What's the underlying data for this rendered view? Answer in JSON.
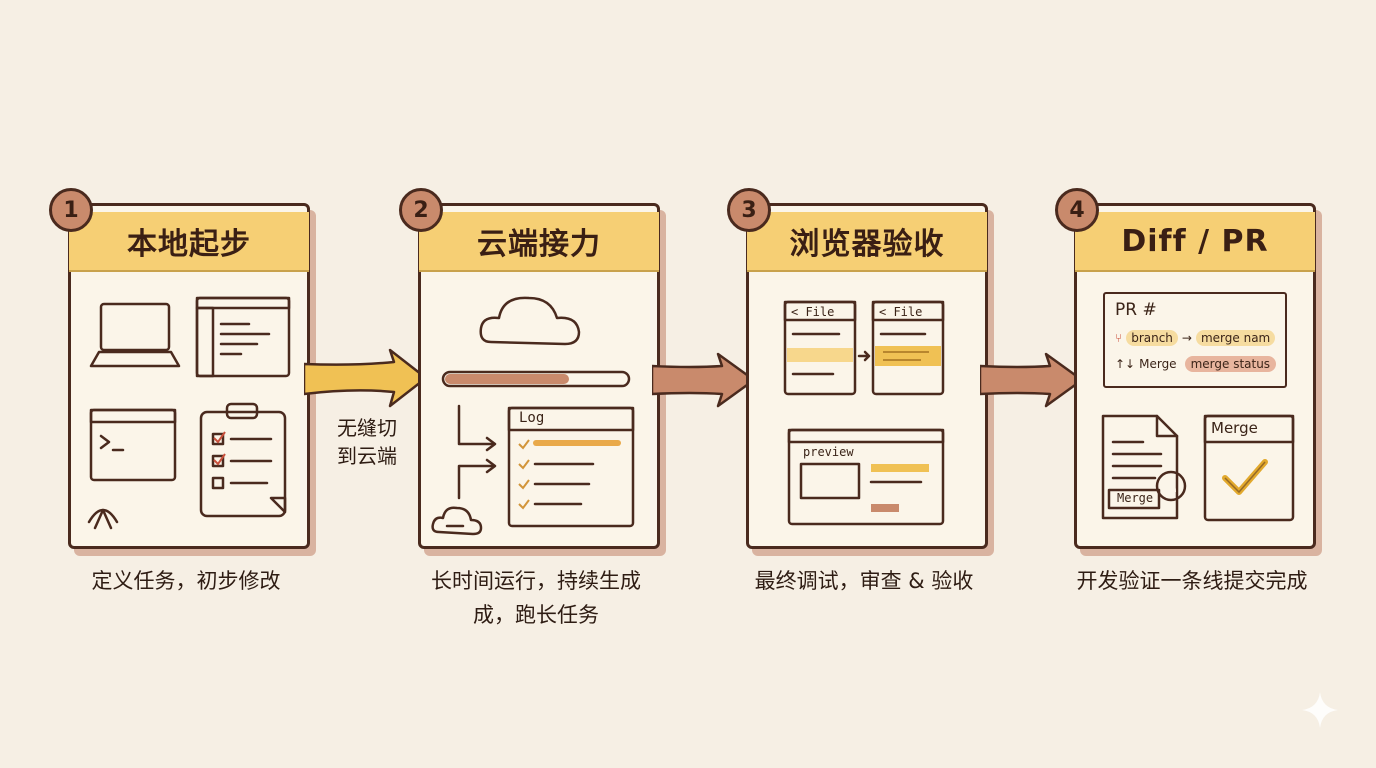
{
  "steps": [
    {
      "number": "1",
      "title": "本地起步",
      "caption": "定义任务，初步修改"
    },
    {
      "number": "2",
      "title": "云端接力",
      "caption_line1": "长时间运行，持续生成",
      "caption_line2": "成，跑长任务",
      "log_label": "Log"
    },
    {
      "number": "3",
      "title": "浏览器验收",
      "caption": "最终调试，审查 & 验收",
      "file_tab_1": "< File",
      "file_tab_2": "< File",
      "preview_label": "preview"
    },
    {
      "number": "4",
      "title": "Diff / PR",
      "caption": "开发验证一条线提交完成",
      "pr_title": "PR #",
      "branch_from": "branch",
      "branch_arrow": "→",
      "branch_to": "merge nam",
      "merge_prefix": "↑↓",
      "merge_label": "Merge",
      "merge_status": "merge status",
      "doc_badge": "Merge",
      "merge_card_label": "Merge"
    }
  ],
  "transition_1_2": {
    "line1": "无缝切",
    "line2": "到云端"
  },
  "colors": {
    "accent": "#f6cf74",
    "ink": "#4a2a1e",
    "terracotta": "#c98a6c",
    "background": "#f6efe4"
  }
}
